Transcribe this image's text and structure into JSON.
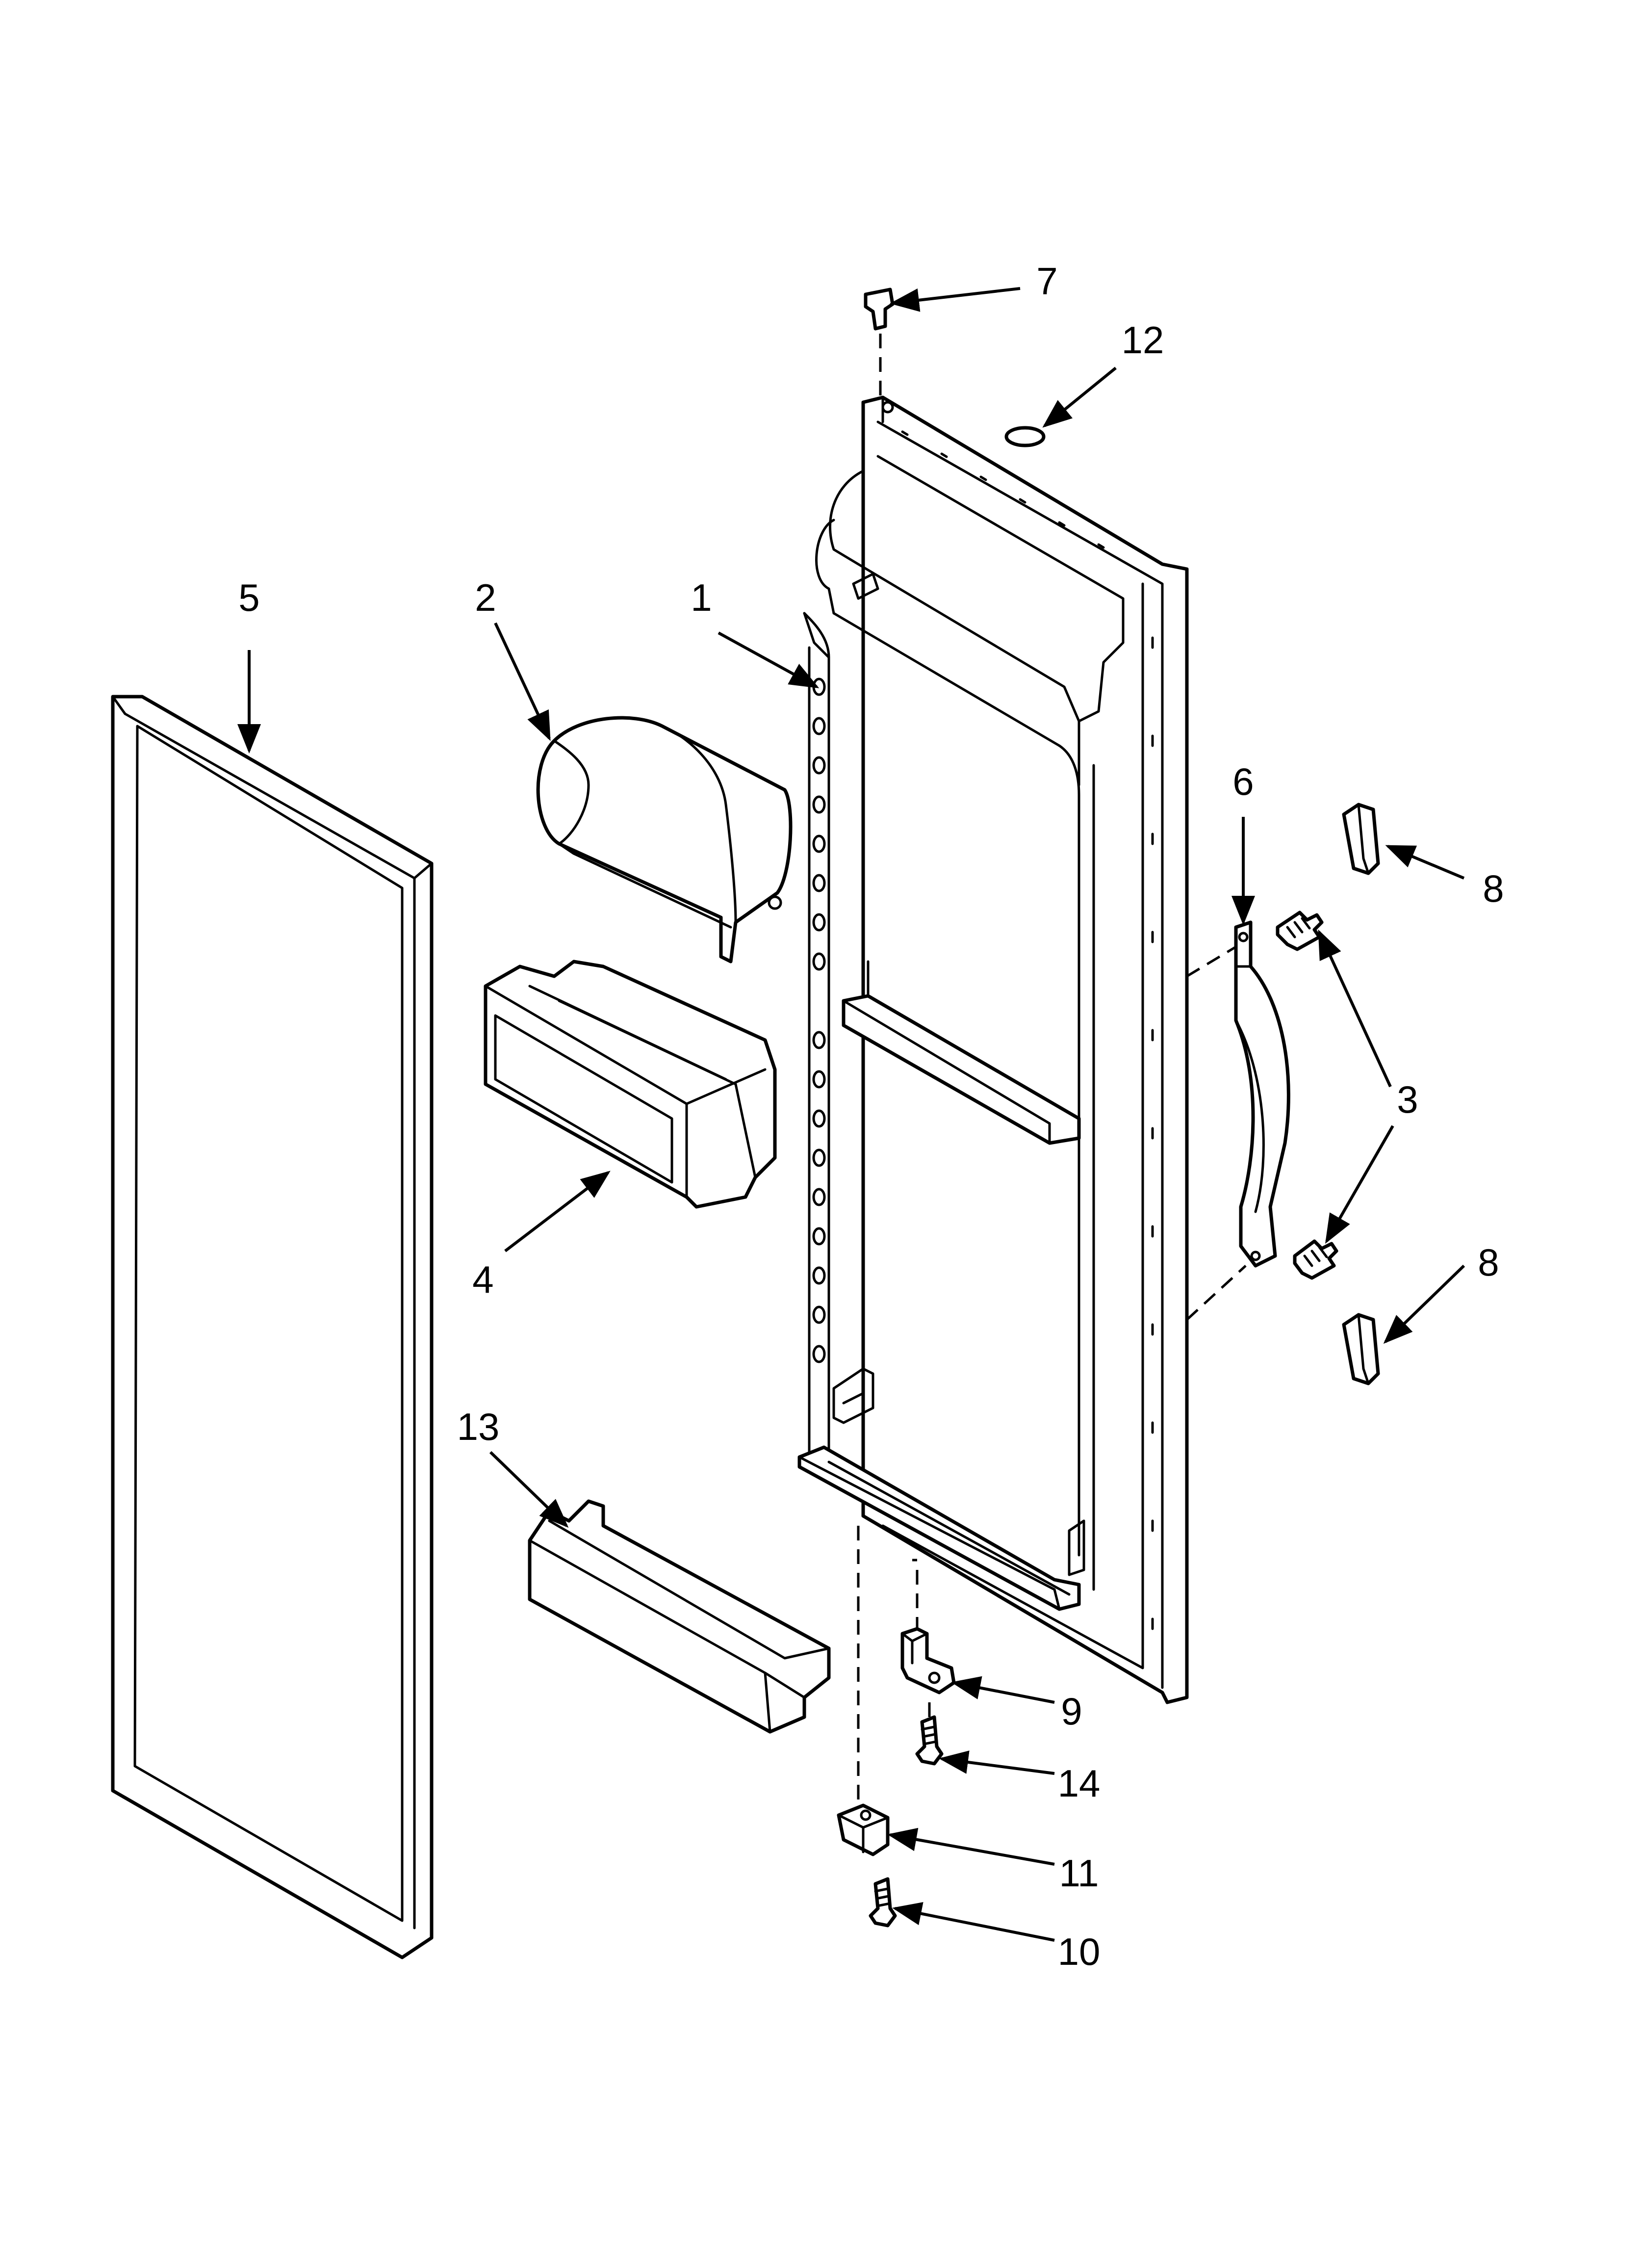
{
  "diagram": {
    "callouts": [
      {
        "id": "1",
        "text": "1"
      },
      {
        "id": "2",
        "text": "2"
      },
      {
        "id": "3",
        "text": "3"
      },
      {
        "id": "4",
        "text": "4"
      },
      {
        "id": "5",
        "text": "5"
      },
      {
        "id": "6",
        "text": "6"
      },
      {
        "id": "7",
        "text": "7"
      },
      {
        "id": "8a",
        "text": "8"
      },
      {
        "id": "8b",
        "text": "8"
      },
      {
        "id": "9",
        "text": "9"
      },
      {
        "id": "10",
        "text": "10"
      },
      {
        "id": "11",
        "text": "11"
      },
      {
        "id": "12",
        "text": "12"
      },
      {
        "id": "13",
        "text": "13"
      },
      {
        "id": "14",
        "text": "14"
      }
    ]
  }
}
